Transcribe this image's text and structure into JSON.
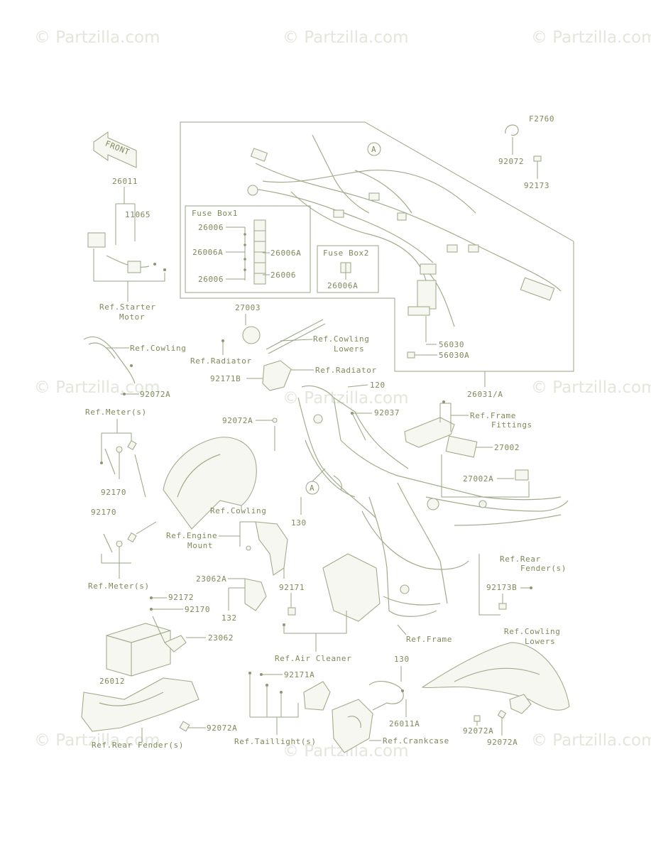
{
  "figure_code": "F2760",
  "watermark": "© Partzilla.com",
  "fuse_box_1": {
    "title": "Fuse Box1",
    "labels": [
      "26006",
      "26006A",
      "26006A",
      "26006",
      "26006"
    ]
  },
  "fuse_box_2": {
    "title": "Fuse Box2",
    "label": "26006A"
  },
  "front_arrow": "FRONT",
  "callout_a": "A",
  "parts": {
    "p26011": "26011",
    "p11065": "11065",
    "ref_starter_1": "Ref.Starter",
    "ref_starter_2": "Motor",
    "p27003": "27003",
    "ref_cowling_lowers_top_1": "Ref.Cowling",
    "ref_cowling_lowers_top_2": "Lowers",
    "ref_radiator_left": "Ref.Radiator",
    "ref_radiator_right": "Ref.Radiator",
    "ref_cowling_left": "Ref.Cowling",
    "p92072a_left": "92072A",
    "p92171b": "92171B",
    "p120": "120",
    "p92072": "92072",
    "p92173": "92173",
    "p56030": "56030",
    "p56030a": "56030A",
    "p26031a": "26031/A",
    "ref_meter_top": "Ref.Meter(s)",
    "p92072a_mid": "92072A",
    "p92037": "92037",
    "ref_frame_fittings_1": "Ref.Frame",
    "ref_frame_fittings_2": "Fittings",
    "p27002": "27002",
    "p27002a": "27002A",
    "p92170_a": "92170",
    "p92170_b": "92170",
    "ref_cowling_mid": "Ref.Cowling",
    "ref_engine_mount_1": "Ref.Engine",
    "ref_engine_mount_2": "Mount",
    "p130_mid": "130",
    "ref_rear_fender_top_1": "Ref.Rear",
    "ref_rear_fender_top_2": "Fender(s)",
    "ref_meter_bottom": "Ref.Meter(s)",
    "p23062a": "23062A",
    "p92171": "92171",
    "p92173b": "92173B",
    "p92172": "92172",
    "p92170_c": "92170",
    "p132": "132",
    "p23062": "23062",
    "ref_frame": "Ref.Frame",
    "ref_cowling_lowers_bottom_1": "Ref.Cowling",
    "ref_cowling_lowers_bottom_2": "Lowers",
    "p26012": "26012",
    "ref_air_cleaner": "Ref.Air Cleaner",
    "p130_bottom": "130",
    "p92171a": "92171A",
    "p92072a_bottom_left": "92072A",
    "p26011a": "26011A",
    "ref_rear_fender_bottom": "Ref.Rear Fender(s)",
    "ref_taillight": "Ref.Taillight(s)",
    "ref_crankcase": "Ref.Crankcase",
    "p92072a_br1": "92072A",
    "p92072a_br2": "92072A"
  }
}
